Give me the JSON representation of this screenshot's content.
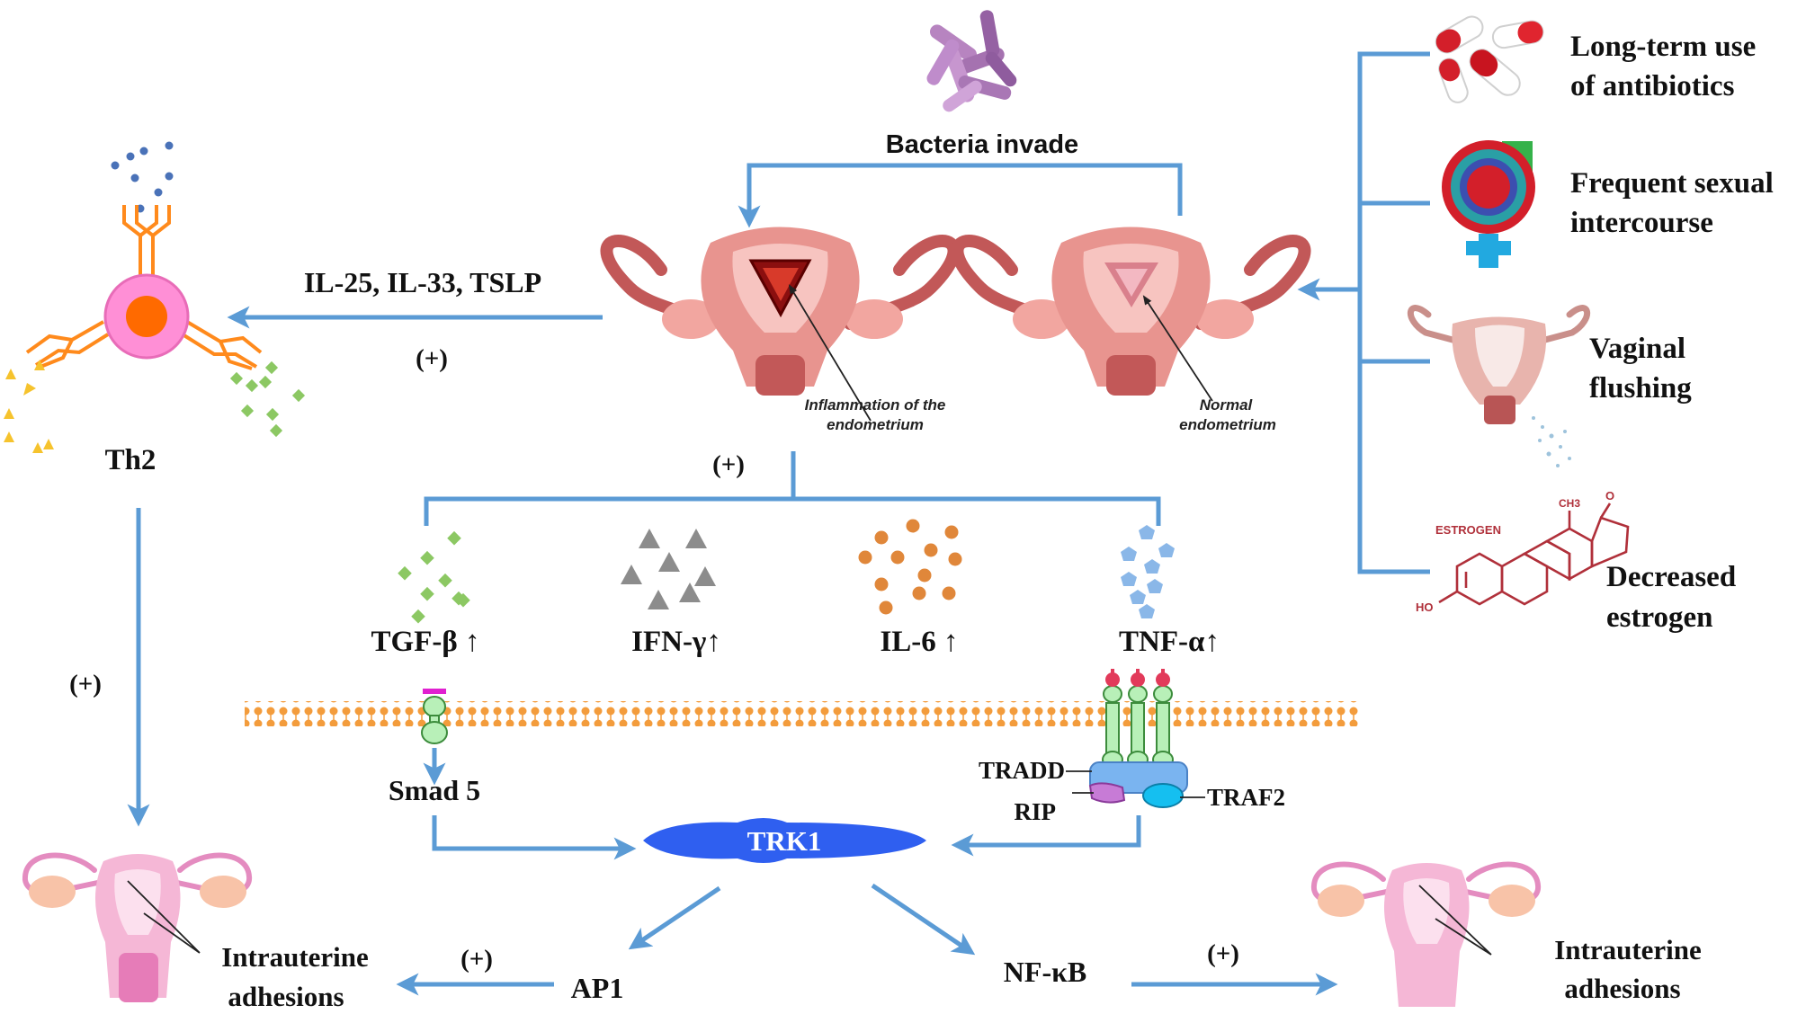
{
  "bacteria_label": "Bacteria invade",
  "risk_factors": [
    {
      "line1": "Long-term use",
      "line2": "of antibiotics"
    },
    {
      "line1": "Frequent sexual",
      "line2": "intercourse"
    },
    {
      "line1": "Vaginal",
      "line2": "flushing"
    },
    {
      "line1": "Decreased",
      "line2": "estrogen"
    }
  ],
  "estrogen_molecule": {
    "name": "ESTROGEN",
    "methyl": "CH3",
    "ketone": "O",
    "hydroxyl": "HO"
  },
  "uterus_notes": {
    "inflamed_line1": "Inflammation of the",
    "inflamed_line2": "endometrium",
    "normal_line1": "Normal",
    "normal_line2": "endometrium"
  },
  "th2": {
    "cytokines": "IL-25, IL-33, TSLP",
    "plus_top": "(+)",
    "label": "Th2",
    "plus_down": "(+)"
  },
  "cytokine_branch": {
    "plus": "(+)",
    "items": [
      "TGF-β ↑",
      "IFN-γ↑",
      "IL-6 ↑",
      "TNF-α↑"
    ]
  },
  "signaling": {
    "smad": "Smad 5",
    "tradd": "TRADD",
    "rip": "RIP",
    "traf2": "TRAF2",
    "trk1": "TRK1",
    "ap1": "AP1",
    "nfkb": "NF-κB",
    "plus_ap1": "(+)",
    "plus_nfkb": "(+)"
  },
  "outcomes": {
    "left_line1": "Intrauterine",
    "left_line2": "adhesions",
    "right_line1": "Intrauterine",
    "right_line2": "adhesions"
  },
  "colors": {
    "arrow": "#5b9bd5",
    "membrane": "#f39c3c",
    "trk1": "#2f5ff0",
    "th2_cell": "#ff8fd6",
    "th2_nucleus": "#ff6a00",
    "tgf_green": "#8cc863",
    "ifn_gray": "#8c8c8c",
    "il6_orange": "#e0873a",
    "tnf_blue": "#8ab7e8",
    "uterus_pink": "#e88b8b",
    "uterus_dark": "#b84040"
  }
}
